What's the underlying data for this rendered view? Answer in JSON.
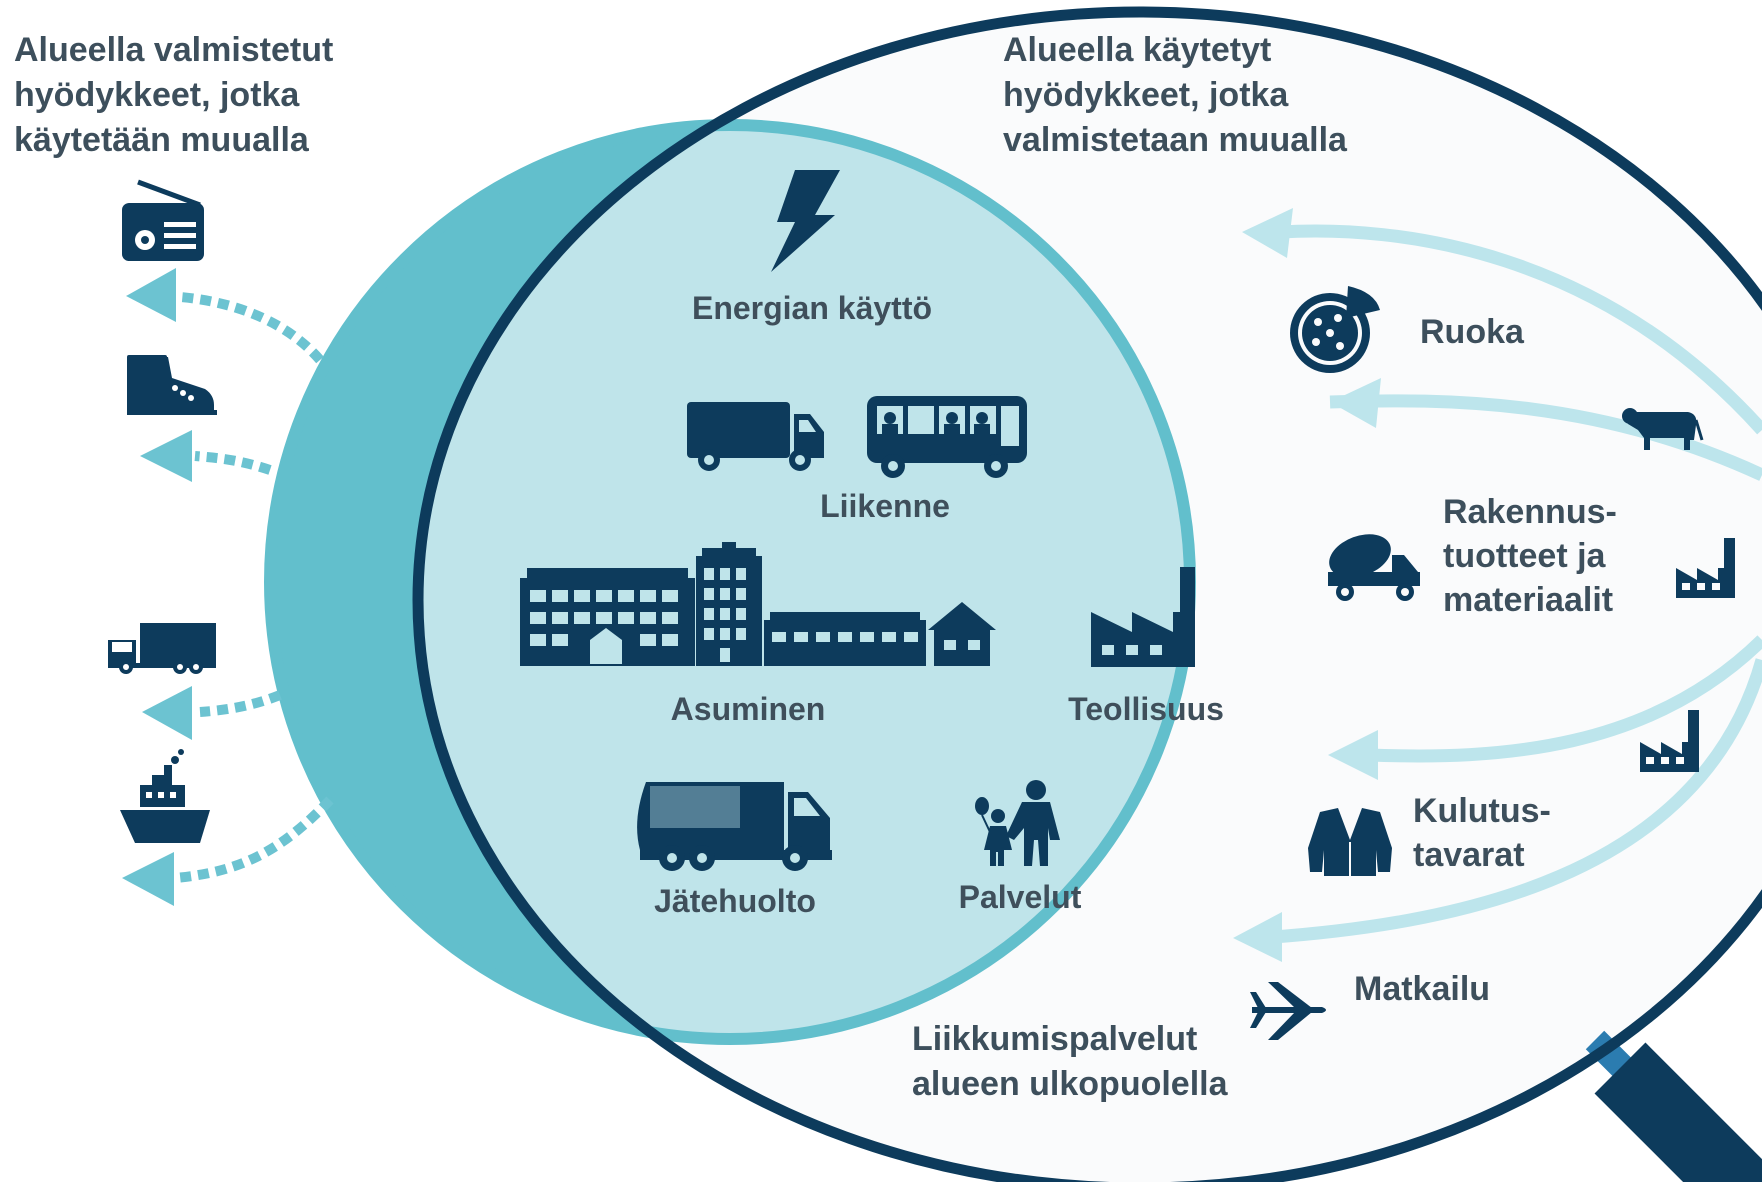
{
  "colors": {
    "navy": "#0d3b5c",
    "teal": "#62bfcc",
    "light_teal": "#bfe4ea",
    "pale_arrow": "#bde5ec",
    "dotted_arrow": "#6cc3d1",
    "text": "#3d4f5c"
  },
  "left_header": {
    "line1": "Alueella valmistetut",
    "line2": "hyödykkeet, jotka",
    "line3": "käytetään muualla"
  },
  "right_header": {
    "line1": "Alueella käytetyt",
    "line2": "hyödykkeet, jotka",
    "line3": "valmistetaan muualla"
  },
  "inner": {
    "energy": "Energian käyttö",
    "traffic": "Liikenne",
    "housing": "Asuminen",
    "industry": "Teollisuus",
    "waste": "Jätehuolto",
    "services": "Palvelut"
  },
  "right_items": {
    "food": "Ruoka",
    "construction_1": "Rakennus-",
    "construction_2": "tuotteet ja",
    "construction_3": "materiaalit",
    "consumer_1": "Kulutus-",
    "consumer_2": "tavarat",
    "tourism": "Matkailu",
    "mobility_1": "Liikkumispalvelut",
    "mobility_2": "alueen ulkopuolella"
  },
  "icons": {
    "left": [
      "radio-icon",
      "boot-icon",
      "truck-icon",
      "ship-icon"
    ],
    "inner": [
      "lightning-icon",
      "truck-icon",
      "bus-icon",
      "buildings-icon",
      "factory-icon",
      "garbage-truck-icon",
      "parent-child-icon"
    ],
    "right": [
      "pizza-icon",
      "cow-icon",
      "cement-mixer-icon",
      "factory-icon",
      "jacket-icon",
      "airplane-icon"
    ]
  }
}
